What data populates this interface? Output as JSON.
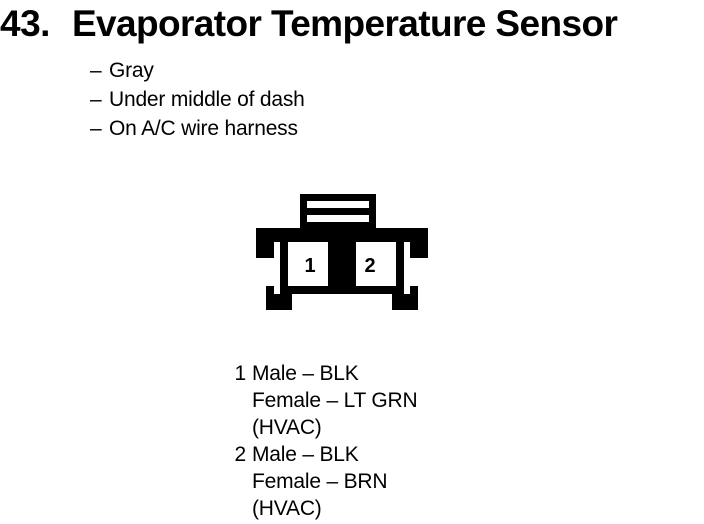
{
  "heading": {
    "number": "43.",
    "title": "Evaporator Temperature Sensor"
  },
  "bullets": {
    "dash": "–",
    "items": [
      {
        "text": "Gray"
      },
      {
        "text": "Under middle of dash"
      },
      {
        "text": "On A/C wire harness"
      }
    ]
  },
  "connector": {
    "name": "two-pin-connector-diagram",
    "cavities": [
      {
        "number": "1"
      },
      {
        "number": "2"
      }
    ],
    "stroke_color": "#000000",
    "fill_color": "#ffffff"
  },
  "legend": {
    "pins": [
      {
        "pin": "1",
        "lines": [
          "Male – BLK",
          "Female – LT GRN",
          "(HVAC)"
        ]
      },
      {
        "pin": "2",
        "lines": [
          "Male – BLK",
          "Female – BRN",
          "(HVAC)"
        ]
      }
    ]
  }
}
